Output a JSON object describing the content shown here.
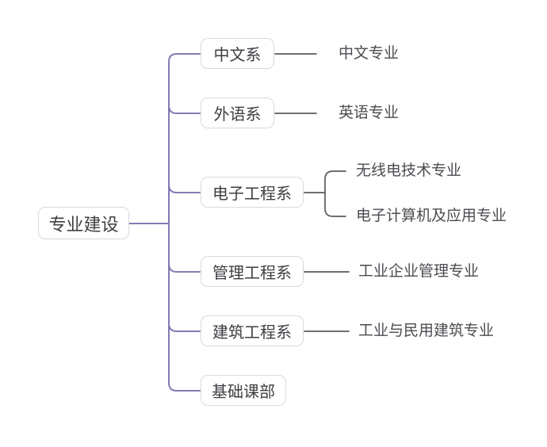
{
  "root": {
    "label": "专业建设"
  },
  "branches": [
    {
      "label": "中文系",
      "children": [
        {
          "label": "中文专业"
        }
      ]
    },
    {
      "label": "外语系",
      "children": [
        {
          "label": "英语专业"
        }
      ]
    },
    {
      "label": "电子工程系",
      "children": [
        {
          "label": "无线电技术专业"
        },
        {
          "label": "电子计算机及应用专业"
        }
      ]
    },
    {
      "label": "管理工程系",
      "children": [
        {
          "label": "工业企业管理专业"
        }
      ]
    },
    {
      "label": "建筑工程系",
      "children": [
        {
          "label": "工业与民用建筑专业"
        }
      ]
    },
    {
      "label": "基础课部",
      "children": []
    }
  ],
  "colors": {
    "background": "#FFFFFF",
    "trunk": "#867AB4",
    "leaf_line": "#5A5A60",
    "box_border": "#D9D9D9",
    "node_text": "#3E3E43",
    "leaf_text": "#4C4C52"
  }
}
